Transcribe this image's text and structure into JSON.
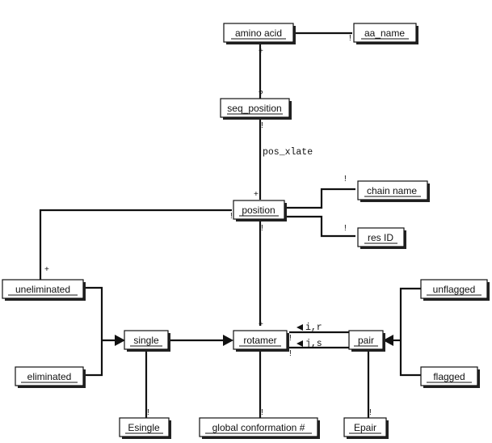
{
  "entities": {
    "amino_acid": "amino acid",
    "aa_name": "aa_name",
    "seq_position": "seq_position",
    "position": "position",
    "chain_name": "chain name",
    "res_id": "res ID",
    "uneliminated": "uneliminated",
    "eliminated": "eliminated",
    "single": "single",
    "rotamer": "rotamer",
    "pair": "pair",
    "unflagged": "unflagged",
    "flagged": "flagged",
    "esingle": "Esingle",
    "global_conformation": "global conformation #",
    "epair": "Epair"
  },
  "relations": {
    "pos_xlate": "pos_xlate",
    "i_r": "i,r",
    "j_s": "j,s"
  },
  "cardinality": {
    "one": "!",
    "many": "+",
    "optional": "?"
  }
}
